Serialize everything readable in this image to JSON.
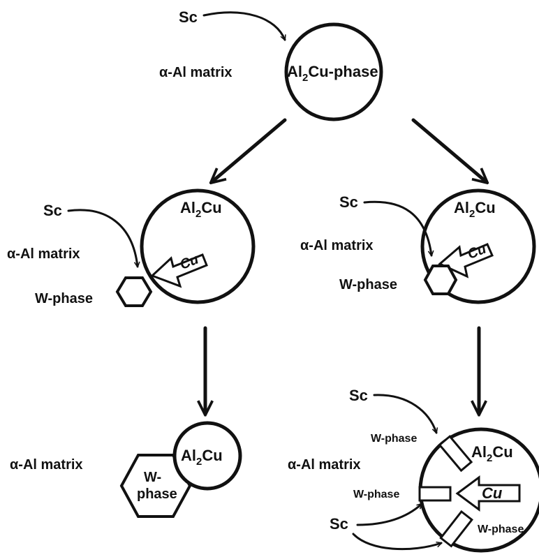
{
  "labels": {
    "sc": "Sc",
    "matrix": "α-Al matrix",
    "al2cu_phase_prefix": "Al",
    "al2cu_phase_sub": "2",
    "al2cu_phase_suffix": "Cu-phase",
    "al2cu_prefix": "Al",
    "al2cu_sub": "2",
    "al2cu_suffix": "Cu",
    "cu": "Cu",
    "w_phase": "W-phase",
    "w_split_top": "W-",
    "w_split_bottom": "phase"
  }
}
